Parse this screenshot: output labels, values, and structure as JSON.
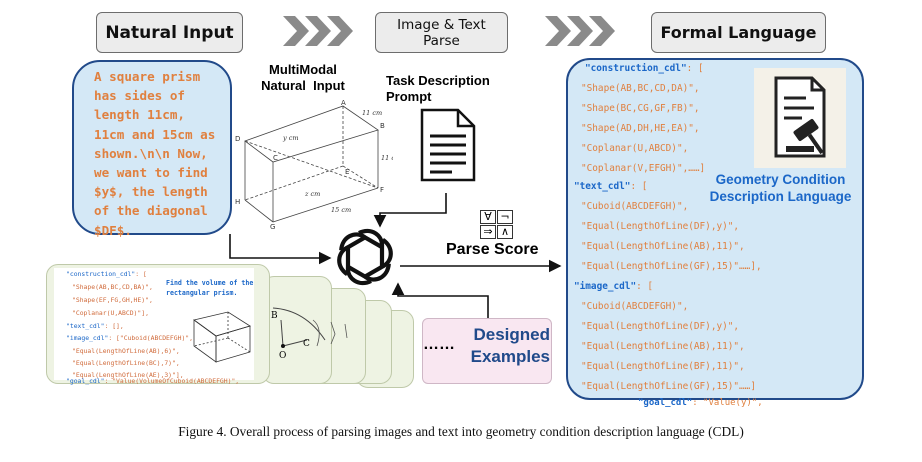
{
  "headers": {
    "natural_input": "Natural Input",
    "parse": "Image & Text Parse",
    "formal_language": "Formal Language"
  },
  "natural_input_text": "A square prism\nhas sides of\nlength 11cm,\n11cm and 15cm as\nshown.\\n\\n Now,\nwe want to find\n$y$, the length\nof the diagonal\n$DF$.",
  "multimodal_label": "MultiModal\nNatural  Input",
  "task_label": "Task Description\nPrompt",
  "parse_score_label": "Parse Score",
  "logic_symbols": [
    "∀",
    "¬",
    "⇒",
    "∧"
  ],
  "prism": {
    "vertices": [
      "A",
      "B",
      "C",
      "D",
      "E",
      "F",
      "G",
      "H"
    ],
    "dims": [
      "11 cm",
      "11 cm",
      "15 cm",
      "y cm",
      "z cm"
    ]
  },
  "formal_language": {
    "construction_key": "\"construction_cdl\"",
    "construction": [
      "\"Shape(AB,BC,CD,DA)\",",
      "\"Shape(BC,CG,GF,FB)\",",
      "\"Shape(AD,DH,HE,EA)\",",
      "\"Coplanar(U,ABCD)\",",
      "\"Coplanar(V,EFGH)\",……]"
    ],
    "text_key": "\"text_cdl\"",
    "text": [
      "\"Cuboid(ABCDEFGH)\",",
      "\"Equal(LengthOfLine(DF),y)\",",
      "\"Equal(LengthOfLine(AB),11)\",",
      "\"Equal(LengthOfLine(GF),15)\"……],"
    ],
    "image_key": "\"image_cdl\"",
    "image": [
      "\"Cuboid(ABCDEFGH)\",",
      "\"Equal(LengthOfLine(DF),y)\",",
      "\"Equal(LengthOfLine(AB),11)\",",
      "\"Equal(LengthOfLine(BF),11)\",",
      "\"Equal(LengthOfLine(GF),15)\"……]"
    ],
    "goal_key": "\"goal_cdl\"",
    "goal_value": "\"Value(y)\",",
    "gcdl_label": "Geometry Condition\nDescription Language"
  },
  "example": {
    "construction_key": "\"construction_cdl\"",
    "construction": [
      "\"Shape(AB,BC,CD,BA)\",",
      "\"Shape(EF,FG,GH,HE)\",",
      "\"Coplanar(U,ABCD)\"],"
    ],
    "text_key": "\"text_cdl\"",
    "text_value": "[],",
    "image_key": "\"image_cdl\"",
    "image_first": "[\"Cuboid(ABCDEFGH)\",",
    "image": [
      "\"Equal(LengthOfLine(AB),6)\",",
      "\"Equal(LengthOfLine(BC),7)\",",
      "\"Equal(LengthOfLine(AE),3)\"],"
    ],
    "goal_key": "\"goal_cdl\"",
    "goal_value": "\"Value(VolumeOfCuboid(ABCDEFGH)\",",
    "question": "Find the volume of the\nrectangular prism."
  },
  "circle_labels": [
    "B",
    "O",
    "C"
  ],
  "ellipsis": "……",
  "designed_examples": "Designed\nExamples",
  "caption": "Figure 4. Overall process of parsing images and text into geometry condition description language (CDL)",
  "colors": {
    "box_blue": "#d4e8f6",
    "box_border": "#214a8a",
    "key_blue": "#1b67c8",
    "value_orange": "#e0803f",
    "card_green": "#eef3e3",
    "pink": "#f9e7f1"
  }
}
